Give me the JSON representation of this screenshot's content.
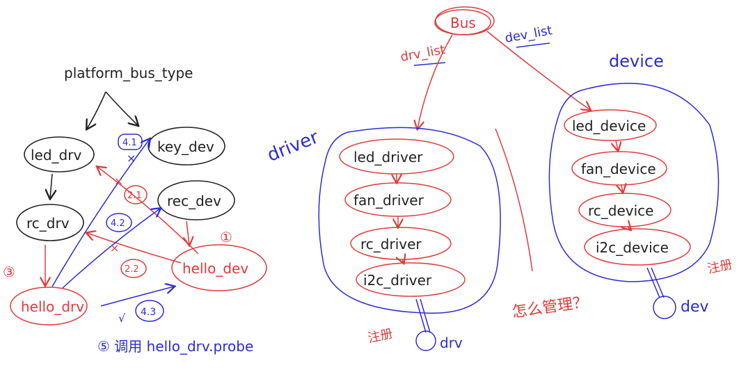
{
  "left": {
    "title": "platform_bus_type",
    "nodes": {
      "led_drv": "led_drv",
      "key_dev": "key_dev",
      "rc_drv": "rc_drv",
      "rec_dev": "rec_dev",
      "hello_drv": "hello_drv",
      "hello_dev": "hello_dev"
    },
    "step_labels": {
      "s1": "①",
      "s3": "③",
      "s21": "2.1",
      "s22": "2.2",
      "s41": "4.1",
      "s42": "4.2",
      "s43": "4.3",
      "x1": "×",
      "x2": "×",
      "x3": "×",
      "v1": "√"
    },
    "note": "⑤ 调用 hello_drv.probe"
  },
  "right": {
    "bus": "Bus",
    "drv_list": "drv_list",
    "dev_list": "dev_list",
    "driver_group": "driver",
    "device_group": "device",
    "drivers": [
      "led_driver",
      "fan_driver",
      "rc_driver",
      "i2c_driver"
    ],
    "devices": [
      "led_device",
      "fan_device",
      "rc_device",
      "i2c_device"
    ],
    "register_left": "注册",
    "register_right": "注册",
    "drv_end": "drv",
    "dev_end": "dev",
    "question": "怎么管理？"
  },
  "colors": {
    "black": "#222222",
    "red": "#e03a3a",
    "blue": "#2b2bd6"
  }
}
